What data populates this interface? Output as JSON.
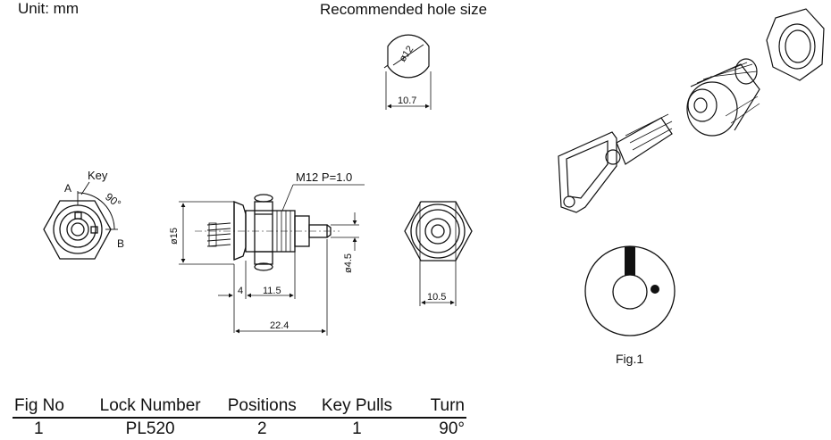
{
  "header": {
    "unit_label": "Unit:  mm",
    "hole_title": "Recommended hole size"
  },
  "hole": {
    "diameter_label": "ø12",
    "width_label": "10.7"
  },
  "front_view": {
    "key_label": "Key",
    "pos_a": "A",
    "pos_b": "B",
    "angle_label": "90°"
  },
  "side_view": {
    "thread_label": "M12  P=1.0",
    "dia15_label": "ø15",
    "dia45_label": "ø4.5",
    "dim_4": "4",
    "dim_11_5": "11.5",
    "dim_22_4": "22.4"
  },
  "rear_view": {
    "width_label": "10.5"
  },
  "figure": {
    "caption": "Fig.1"
  },
  "table": {
    "headers": [
      "Fig  No",
      "Lock  Number",
      "Positions",
      "Key  Pulls",
      "Turn"
    ],
    "rows": [
      [
        "1",
        "PL520",
        "2",
        "1",
        "90°"
      ]
    ]
  }
}
